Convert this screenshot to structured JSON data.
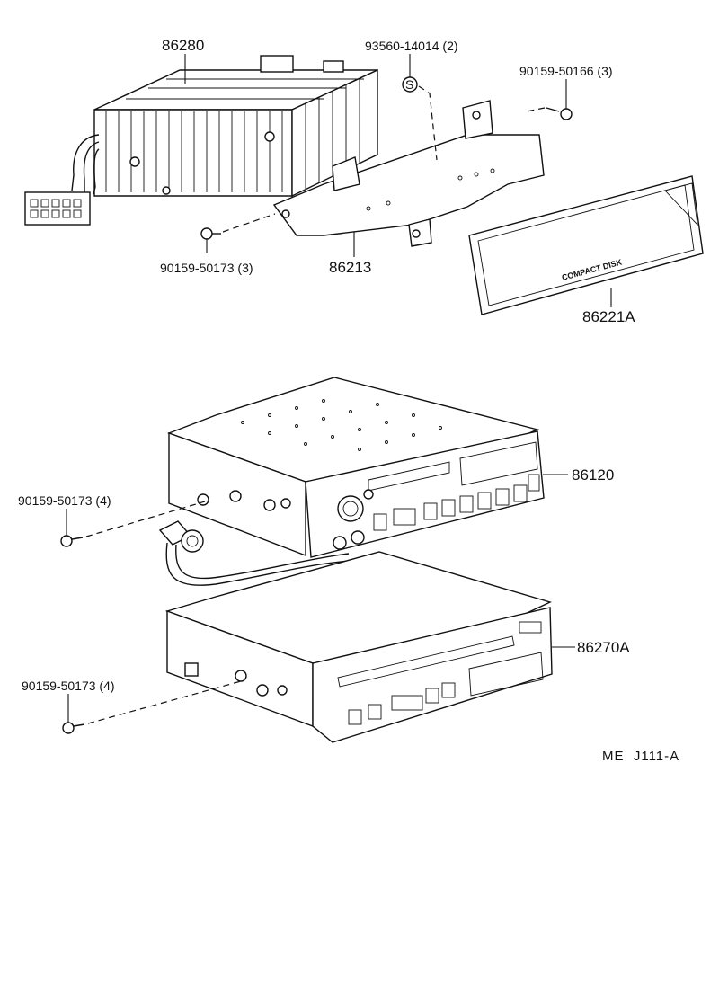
{
  "diagram": {
    "reference": "ME  J111-A",
    "faceplate_text": "COMPACT DISK",
    "callouts": {
      "amplifier": "86280",
      "bracket_screw": "93560-14014 (2)",
      "bracket_bolt": "90159-50166 (3)",
      "amp_screw": "90159-50173 (3)",
      "bracket": "86213",
      "cover_plate": "86221A",
      "radio_cassette": "86120",
      "radio_screw": "90159-50173 (4)",
      "cd_player": "86270A",
      "cd_screw": "90159-50173 (4)"
    },
    "screw_symbol": "S"
  }
}
